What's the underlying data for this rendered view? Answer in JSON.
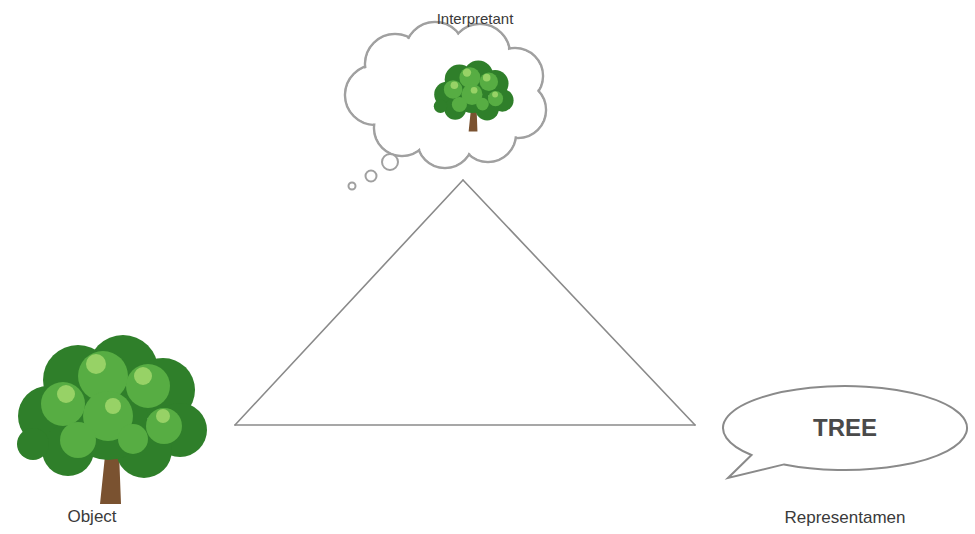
{
  "diagram": {
    "nodes": [
      {
        "text": [
          "Interpretant"
        ]
      },
      {
        "text": [
          "Object"
        ]
      },
      {
        "text": [
          "TREE",
          "Representamen"
        ]
      }
    ],
    "edges": [
      {
        "from": 0,
        "to": 1,
        "arrow": "none"
      },
      {
        "from": 1,
        "to": 2,
        "arrow": "none"
      },
      {
        "from": 2,
        "to": 0,
        "arrow": "none"
      }
    ]
  }
}
